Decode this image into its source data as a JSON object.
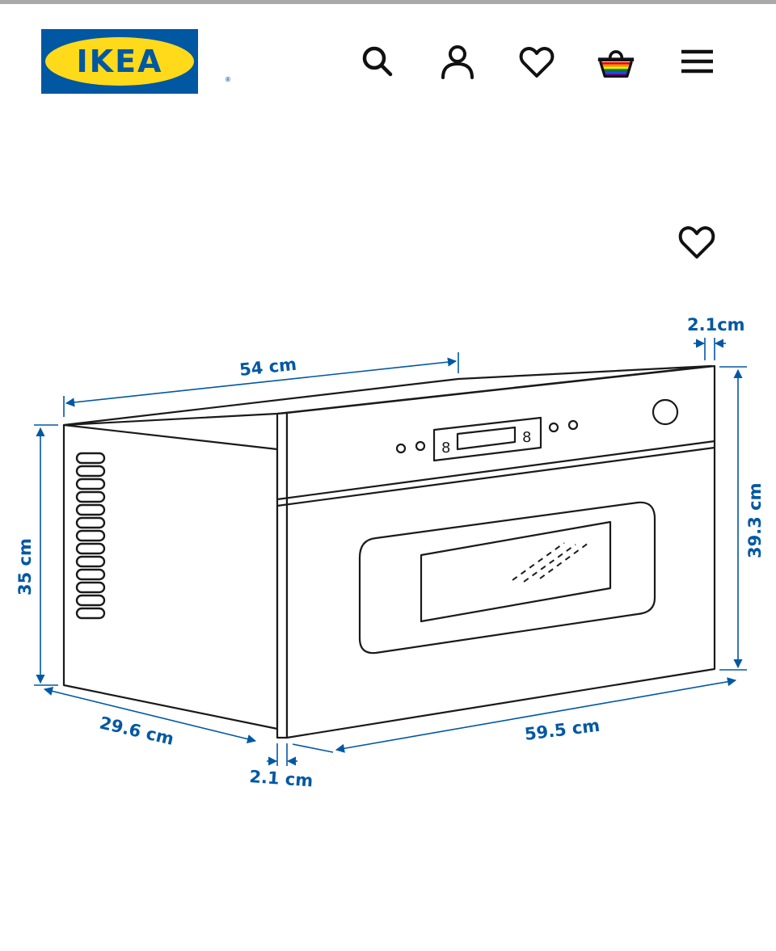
{
  "colors": {
    "brand_blue": "#0058a3",
    "brand_yellow": "#ffda1a",
    "dimension_blue": "#0058a3",
    "line_art": "#1a1a1a"
  },
  "header": {
    "logo_text": "IKEA",
    "logo_reg_mark": "®",
    "icons": [
      "search-icon",
      "user-icon",
      "heart-icon",
      "shopping-basket-icon",
      "hamburger-menu-icon"
    ]
  },
  "product_image": {
    "favorite_icon": "heart-icon",
    "dimensions": {
      "depth_top": "54 cm",
      "front_thickness_top": "2.1cm",
      "body_height": "35 cm",
      "front_height": "39.3 cm",
      "body_side_depth": "29.6 cm",
      "front_thickness_bottom": "2.1 cm",
      "front_width": "59.5 cm"
    }
  }
}
